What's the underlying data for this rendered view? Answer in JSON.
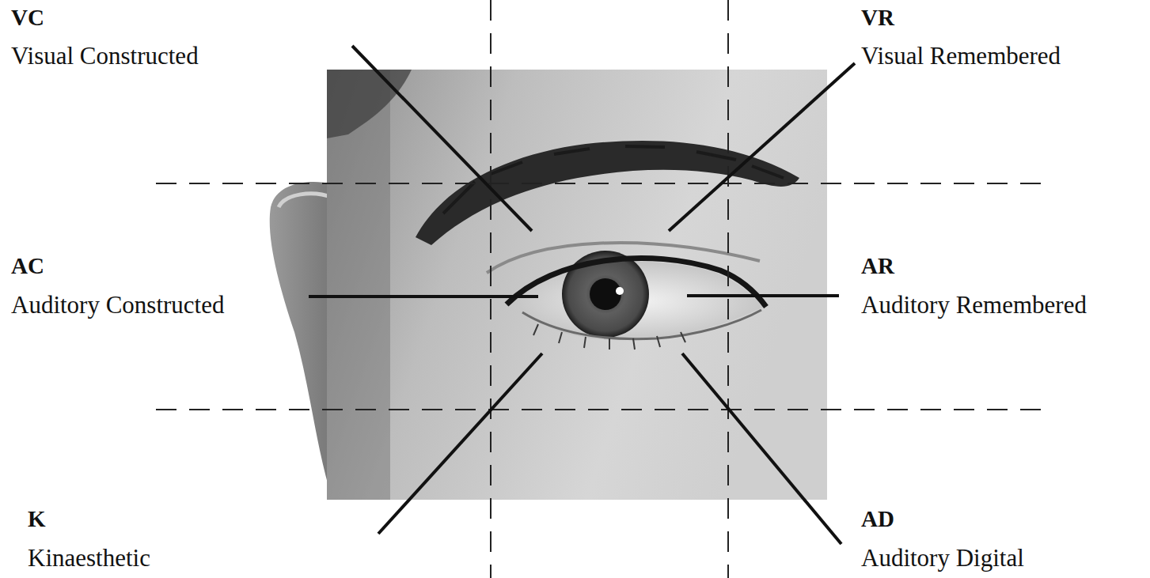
{
  "diagram": {
    "labels": [
      "VC",
      "Visual Constructed",
      "VR",
      "Visual Remembered",
      "AC",
      "Auditory Constructed",
      "AR",
      "Auditory Remembered",
      "K",
      "Kinaesthetic",
      "AD",
      "Auditory Digital"
    ]
  }
}
